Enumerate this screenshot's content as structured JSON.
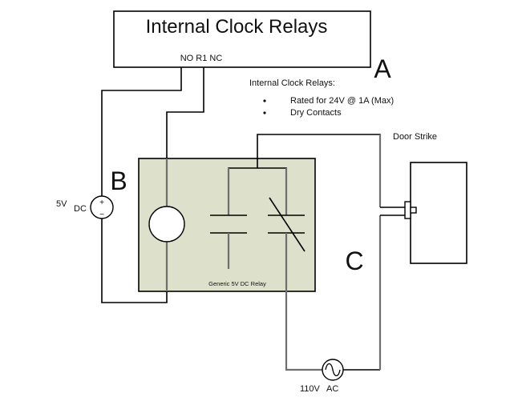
{
  "diagram": {
    "title": "Internal Clock Relays",
    "relay_terminals": "NO R1 NC",
    "section_labels": {
      "a": "A",
      "b": "B",
      "c": "C"
    },
    "notes": {
      "heading": "Internal Clock Relays:",
      "bullets": [
        "Rated for 24V @ 1A (Max)",
        "Dry Contacts"
      ]
    },
    "dc_source": {
      "voltage": "5V",
      "type": "DC",
      "plus": "+",
      "minus": "−"
    },
    "ac_source": {
      "voltage": "110V",
      "type": "AC"
    },
    "relay": {
      "label": "Generic 5V DC Relay",
      "fill": "#dde0cb"
    },
    "door_strike": {
      "label": "Door Strike"
    }
  }
}
